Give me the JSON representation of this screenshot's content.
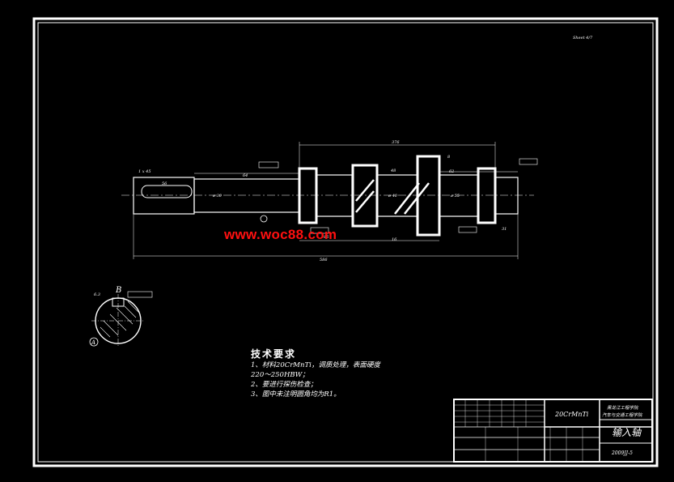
{
  "sheet": {
    "corner_note": "Sheet 4/7"
  },
  "watermark": "www.woc88.com",
  "dimensions": {
    "overall": "586",
    "upper_span": "376",
    "left_a": "64",
    "left_b": "56",
    "right_a": "62",
    "right_b": "48",
    "mid_a": "86",
    "mid_b": "16",
    "key": "8",
    "end": "31",
    "chamfer": "1 x 45",
    "phi_d": "ø 30",
    "phi_e": "ø 40",
    "phi_f": "ø 55",
    "roughness": "6.3",
    "section_marker": "B",
    "datum_marker": "A"
  },
  "tech_requirements": {
    "title": "技术要求",
    "lines": [
      "1、材料20CrMnTi，调质处理，表面硬度",
      "220～250HBW；",
      "2、要进行探伤检查；",
      "3、图中未注明圆角均为R1。"
    ]
  },
  "title_block": {
    "material": "20CrMnTi",
    "school_line1": "黑龙江工程学院",
    "school_line2": "汽车与交通工程学院",
    "part_name": "输入轴",
    "drawing_no": "2009JJ-5"
  }
}
